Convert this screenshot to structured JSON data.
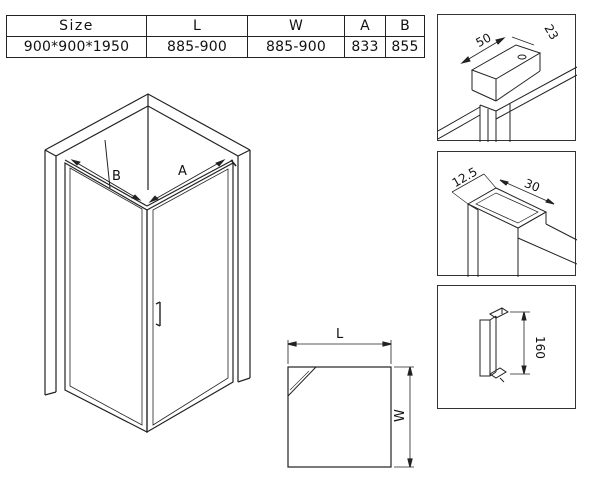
{
  "table": {
    "headers": {
      "size": "Size",
      "l": "L",
      "w": "W",
      "a": "A",
      "b": "B"
    },
    "row": {
      "size": "900*900*1950",
      "l": "885-900",
      "w": "885-900",
      "a": "833",
      "b": "855"
    }
  },
  "main_drawing": {
    "label_a": "A",
    "label_b": "B"
  },
  "plan_view": {
    "label_l": "L",
    "label_w": "W"
  },
  "details": {
    "top": {
      "dim_1": "50",
      "dim_2": "23"
    },
    "middle": {
      "dim_1": "12.5",
      "dim_2": "30"
    },
    "bottom": {
      "dim_1": "160"
    }
  }
}
